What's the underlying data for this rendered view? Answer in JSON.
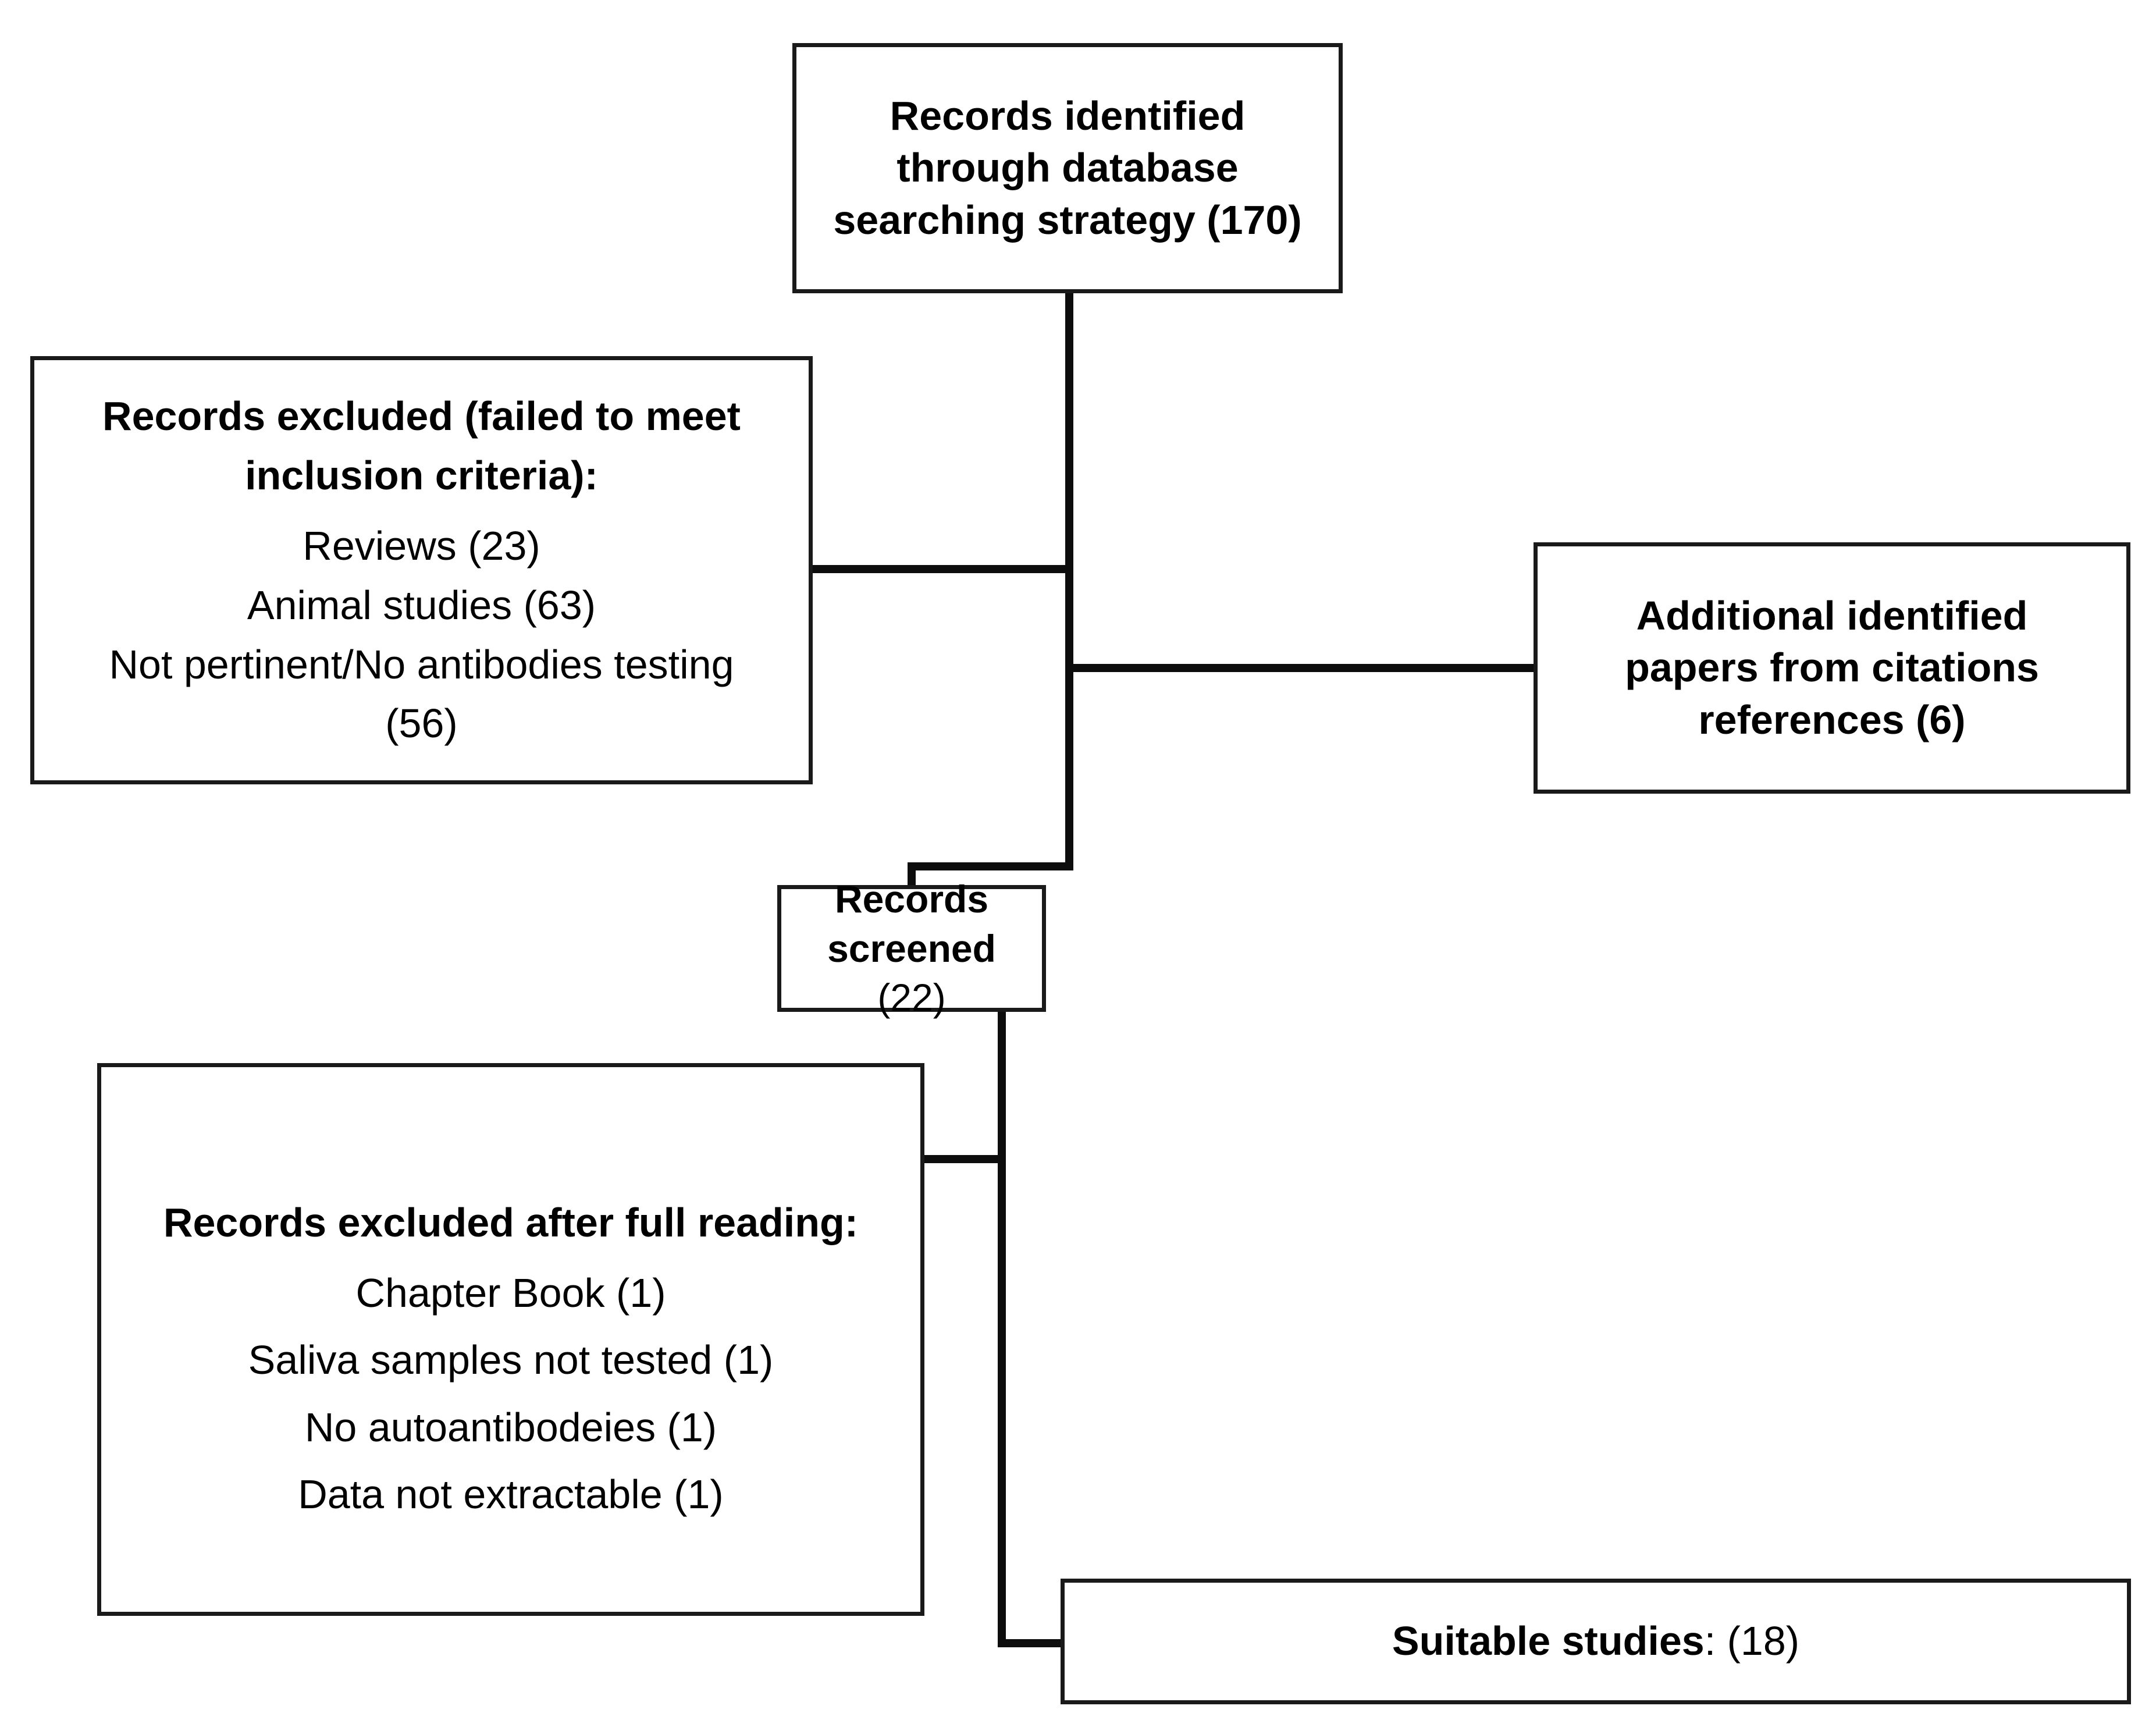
{
  "diagram": {
    "title": "PRISMA study selection flow diagram",
    "type": "flowchart",
    "colors": {
      "stroke": "#0d0d0d",
      "box_border": "#1a1a1a",
      "background": "#ffffff"
    },
    "nodes": {
      "identified": {
        "lines": [
          "Records identified",
          "through database",
          "searching strategy (170)"
        ],
        "count": 170
      },
      "excluded_initial": {
        "heading_lines": [
          "Records excluded (failed to meet",
          "inclusion criteria):"
        ],
        "items": [
          "Reviews (23)",
          "Animal studies (63)",
          "Not pertinent/No antibodies testing",
          "(56)"
        ],
        "counts": [
          23,
          63,
          56
        ]
      },
      "additional": {
        "lines": [
          "Additional identified",
          "papers from citations",
          "references (6)"
        ],
        "count": 6
      },
      "screened": {
        "heading": "Records screened",
        "count_label": "(22)",
        "count": 22
      },
      "excluded_full": {
        "heading": "Records excluded after full reading:",
        "items": [
          "Chapter Book (1)",
          "Saliva samples not tested (1)",
          "No autoantibodeies (1)",
          "Data not extractable (1)"
        ],
        "counts": [
          1,
          1,
          1,
          1
        ]
      },
      "suitable": {
        "heading": "Suitable studies",
        "count_label": ": (18)",
        "count": 18
      }
    }
  }
}
